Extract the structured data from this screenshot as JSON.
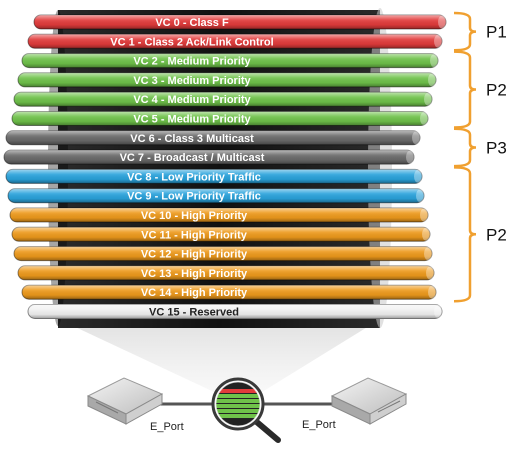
{
  "virtual_channels": [
    {
      "label": "VC 0 - Class F",
      "color": "#e23b3b",
      "band": "P1"
    },
    {
      "label": "VC 1 - Class 2 Ack/Link Control",
      "color": "#e23b3b",
      "band": "P1"
    },
    {
      "label": "VC 2 - Medium Priority",
      "color": "#6fc24a",
      "band": "P2"
    },
    {
      "label": "VC 3 - Medium Priority",
      "color": "#6fc24a",
      "band": "P2"
    },
    {
      "label": "VC 4 - Medium Priority",
      "color": "#6fc24a",
      "band": "P2"
    },
    {
      "label": "VC 5 - Medium Priority",
      "color": "#6fc24a",
      "band": "P2"
    },
    {
      "label": "VC 6 - Class 3 Multicast",
      "color": "#6a6a6a",
      "band": "P3"
    },
    {
      "label": "VC 7 - Broadcast / Multicast",
      "color": "#6a6a6a",
      "band": "P3"
    },
    {
      "label": "VC 8 - Low Priority Traffic",
      "color": "#2aa3dc",
      "band": "P2"
    },
    {
      "label": "VC 9 - Low Priority Traffic",
      "color": "#2aa3dc",
      "band": "P2"
    },
    {
      "label": "VC 10 - High Priority",
      "color": "#ee9a1c",
      "band": "P2"
    },
    {
      "label": "VC 11 - High Priority",
      "color": "#ee9a1c",
      "band": "P2"
    },
    {
      "label": "VC 12 - High Priority",
      "color": "#ee9a1c",
      "band": "P2"
    },
    {
      "label": "VC 13 - High Priority",
      "color": "#ee9a1c",
      "band": "P2"
    },
    {
      "label": "VC 14 - High Priority",
      "color": "#ee9a1c",
      "band": "P2"
    },
    {
      "label": "VC 15 - Reserved",
      "color": "#f2f2f2",
      "band": "none"
    }
  ],
  "priority_groups": [
    {
      "label": "P1",
      "first_vc": 0,
      "last_vc": 1
    },
    {
      "label": "P2",
      "first_vc": 2,
      "last_vc": 5
    },
    {
      "label": "P3",
      "first_vc": 6,
      "last_vc": 7
    },
    {
      "label": "P2",
      "first_vc": 8,
      "last_vc": 14
    }
  ],
  "ports": [
    {
      "label": "E_Port"
    },
    {
      "label": "E_Port"
    }
  ],
  "colors": {
    "bracket": "#f0a030",
    "cable_body": "#1b1b1b",
    "magnifier_cone": "#e6e6e6"
  },
  "icons": {
    "switch_left": "network-switch-icon",
    "switch_right": "network-switch-icon",
    "magnifier": "magnifying-glass-icon"
  }
}
